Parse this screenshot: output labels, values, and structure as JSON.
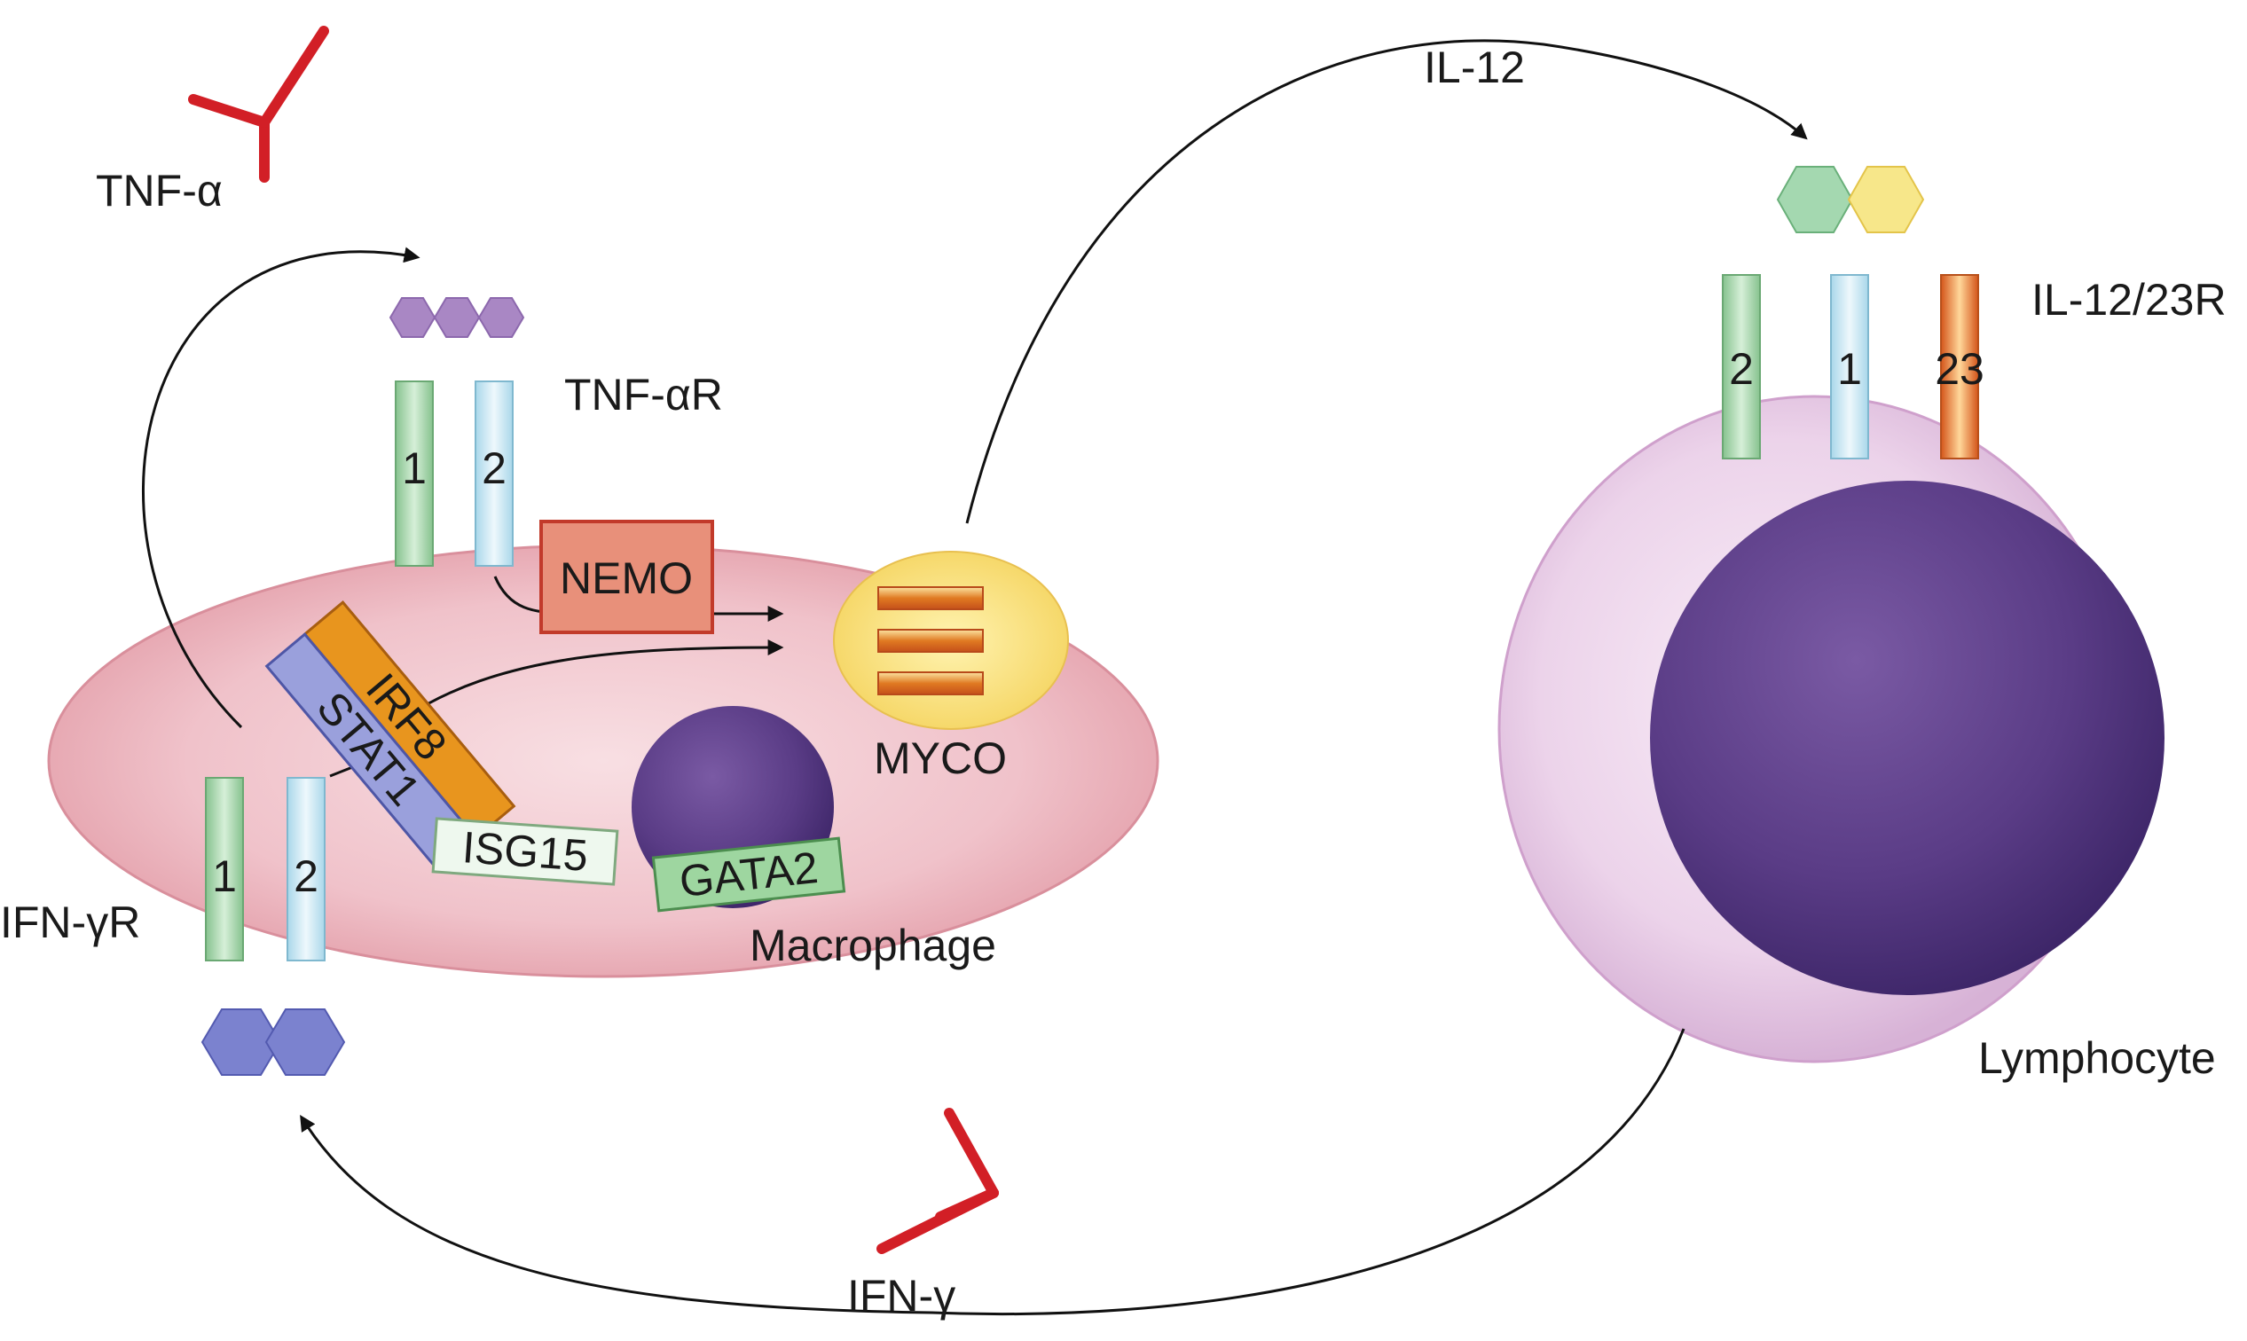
{
  "labels": {
    "tnf_alpha": "TNF-α",
    "tnf_alpha_r": "TNF-αR",
    "il12": "IL-12",
    "il12_23r": "IL-12/23R",
    "ifn_gamma_r": "IFN-γR",
    "ifn_gamma": "IFN-γ",
    "macrophage": "Macrophage",
    "lymphocyte": "Lymphocyte",
    "myco": "MYCO",
    "nemo": "NEMO",
    "irf8": "IRF8",
    "stat1": "STAT1",
    "isg15": "ISG15",
    "gata2": "GATA2"
  },
  "receptor_labels": {
    "tnf_r_1": "1",
    "tnf_r_2": "2",
    "ifn_r_1": "1",
    "ifn_r_2": "2",
    "il_r_2": "2",
    "il_r_1": "1",
    "il_r_23": "23"
  },
  "colors": {
    "red_ligand": "#d21f26",
    "subunit_1_green": "#a6d6ab",
    "subunit_2_blue": "#cfeaf6",
    "subunit_23_orange": "#e8822a",
    "nemo_box": "#e8907a",
    "irf8_box": "#e8951e",
    "stat1_box": "#9aa0dc",
    "gata2_box": "#9ed6a0",
    "macrophage_body": "#f2c8cf",
    "lymphocyte_body": "#efd6ec",
    "nucleus": "#5a3a86",
    "tnf_trimer": "#a987c4",
    "ifn_dimer": "#7b82cf",
    "il12_left": "#a4d8b0",
    "il12_right": "#f7e78a"
  }
}
